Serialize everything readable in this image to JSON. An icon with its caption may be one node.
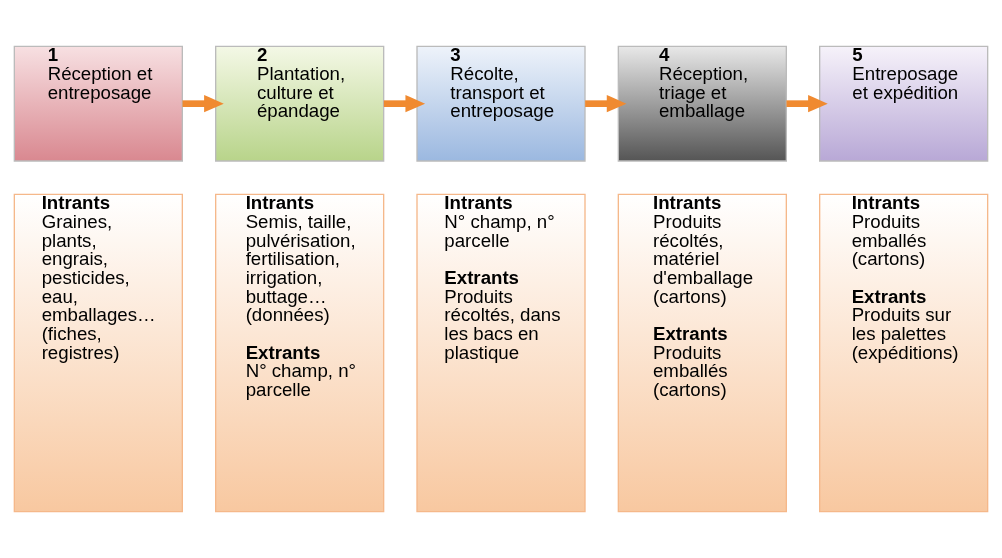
{
  "diagram": {
    "nodes": [
      {
        "text": [
          "1",
          "Réception et entreposage"
        ]
      },
      {
        "text": [
          "2",
          "Plantation, culture et épandage"
        ]
      },
      {
        "text": [
          "3",
          "Récolte, transport et entreposage"
        ]
      },
      {
        "text": [
          "4",
          "Réception, triage et emballage"
        ]
      },
      {
        "text": [
          "5",
          "Entreposage et expédition"
        ]
      },
      {
        "text": [
          "Intrants",
          "Graines, plants, engrais, pesticides, eau, emballages… (fiches, registres)"
        ]
      },
      {
        "text": [
          "Intrants",
          "Semis, taille, pulvérisation, fertilisation, irrigation, buttage… (données)",
          "Extrants",
          "N° champ, n° parcelle"
        ]
      },
      {
        "text": [
          "Intrants",
          "N° champ, n° parcelle",
          "Extrants",
          "Produits récoltés, dans les bacs en plastique"
        ]
      },
      {
        "text": [
          "Intrants",
          "Produits récoltés, matériel d'emballage (cartons)",
          "Extrants",
          "Produits emballés (cartons)"
        ]
      },
      {
        "text": [
          "Intrants",
          "Produits emballés (cartons)",
          "Extrants",
          "Produits sur les palettes (expéditions)"
        ]
      }
    ],
    "edges": [
      {
        "from": 0,
        "to": 1,
        "arrow": "to"
      },
      {
        "from": 1,
        "to": 2,
        "arrow": "to"
      },
      {
        "from": 2,
        "to": 3,
        "arrow": "to"
      },
      {
        "from": 3,
        "to": 4,
        "arrow": "to"
      }
    ]
  }
}
